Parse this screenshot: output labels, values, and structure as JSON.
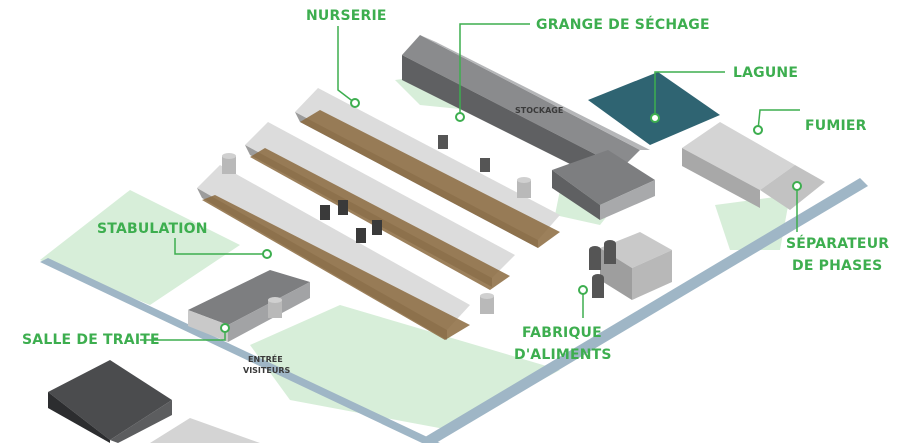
{
  "labels": {
    "nurserie": "NURSERIE",
    "grange": "GRANGE DE SÉCHAGE",
    "lagune": "LAGUNE",
    "fumier": "FUMIER",
    "stabulation": "STABULATION",
    "separateur_line1": "SÉPARATEUR",
    "separateur_line2": "DE PHASES",
    "salle_traite": "SALLE DE TRAITE",
    "fabrique_line1": "FABRIQUE",
    "fabrique_line2": "D'ALIMENTS",
    "entree_line1": "ENTRÉE",
    "entree_line2": "VISITEURS",
    "stockage": "STOCKAGE"
  },
  "colors": {
    "label_green": "#3dae4f",
    "grass": "#d7eed9",
    "road": "#9fb6c6",
    "roof_light": "#d9d9d9",
    "roof_dark": "#6d6e70",
    "lagoon": "#2f6472",
    "soil": "#8b6a3e"
  }
}
